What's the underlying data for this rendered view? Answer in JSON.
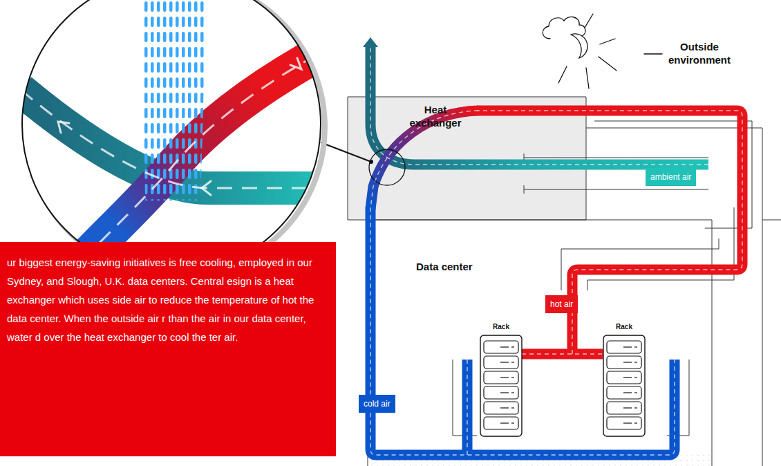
{
  "diagram": {
    "nodes": [
      {
        "text": [
          "Heat exchanger"
        ]
      },
      {
        "text": [
          "ambient air"
        ]
      },
      {
        "text": [
          "Data center"
        ]
      },
      {
        "text": [
          "hot air"
        ],
        "in": 2
      },
      {
        "text": [
          "Rack"
        ],
        "in": 2
      },
      {
        "text": [
          "Rack"
        ],
        "in": 2
      },
      {
        "text": [
          "cold air"
        ]
      },
      {
        "text": [
          "ur biggest energy-saving initiatives is free cooling, employed in our Sydney, and Slough, U.K. data centers. Central esign is a heat exchanger which uses side air to reduce the temperature of hot the data center. When the outside air r than the air in our data center, water d over the heat exchanger to cool the ter air."
        ]
      }
    ],
    "labels": [
      "Outside environment"
    ]
  }
}
